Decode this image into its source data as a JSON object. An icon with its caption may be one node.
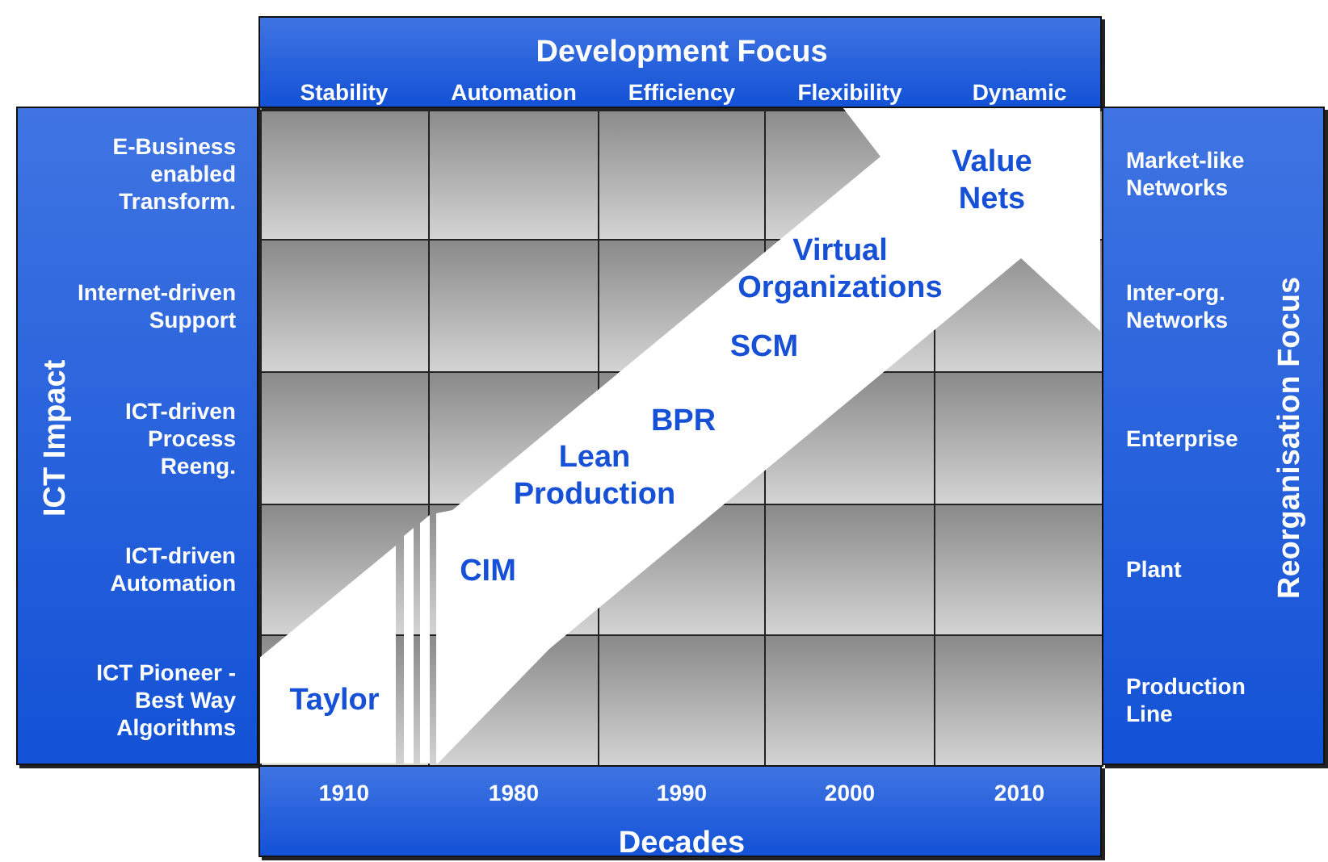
{
  "diagram": {
    "nodes": [
      {
        "text": [
          "Development Focus",
          "Stability",
          "Automation",
          "Efficiency",
          "Flexibility",
          "Dynamic"
        ]
      },
      {
        "text": [
          "ICT Impact",
          "E-Business enabled Transform.",
          "Internet-driven Support",
          "ICT-driven Process Reeng.",
          "ICT-driven Automation",
          "ICT Pioneer - Best Way Algorithms"
        ]
      },
      {
        "text": [
          "Reorganisation Focus",
          "Market-like Networks",
          "Inter-org. Networks",
          "Enterprise",
          "Plant",
          "Production Line"
        ]
      },
      {
        "text": [
          "Decades",
          "1910",
          "1980",
          "1990",
          "2000",
          "2010"
        ]
      },
      {
        "text": [
          "Taylor",
          "CIM",
          "Lean Production",
          "BPR",
          "SCM",
          "Virtual Organizations",
          "Value Nets"
        ]
      }
    ]
  }
}
